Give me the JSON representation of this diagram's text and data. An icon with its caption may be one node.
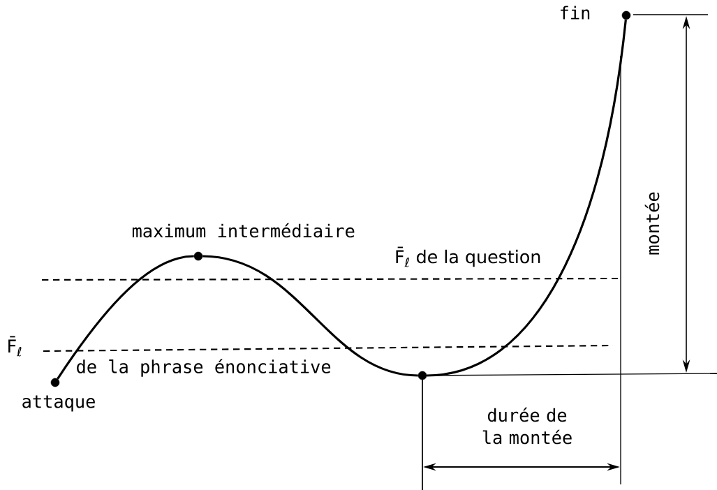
{
  "diagram": {
    "nodes": [
      {
        "text": [],
        "shape": "circle",
        "beside": [
          "attaque"
        ]
      },
      {
        "text": [],
        "shape": "circle",
        "beside": [
          "maximum intermédiaire"
        ]
      },
      {
        "text": [],
        "shape": "circle"
      },
      {
        "text": [],
        "shape": "circle",
        "beside": [
          "fin"
        ]
      }
    ],
    "edges": [
      {
        "from": 0,
        "to": 1,
        "arrow": "none"
      },
      {
        "from": 1,
        "to": 2,
        "arrow": "none"
      },
      {
        "from": 2,
        "to": 3,
        "arrow": "none"
      }
    ],
    "labels": [
      "F̄$_{ℓ}$ de la question",
      "F̄$_{ℓ}$",
      "de la phrase énonciative",
      "montée",
      "durée de la montée"
    ]
  }
}
